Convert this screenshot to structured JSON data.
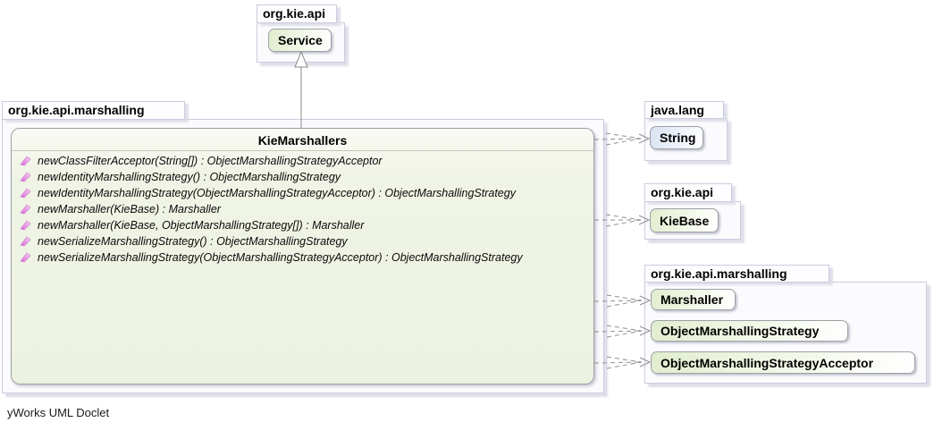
{
  "footer": {
    "label": "yWorks UML Doclet"
  },
  "colors": {
    "package_fill": "#fbfbfe",
    "package_border": "#c9ccdd",
    "package_shadow": "#dfdfeb",
    "class_green": "#e2edcf",
    "class_blue": "#dbe4f3",
    "big_node_fill": "#edf1e0",
    "node_border": "#9aa0a5",
    "edge_gray": "#8a8a8a",
    "method_icon_pink": "#e05fd8"
  },
  "diagram": {
    "packages": [
      {
        "label": "org.kie.api",
        "classes": [
          {
            "label": "Service"
          }
        ]
      },
      {
        "label": "org.kie.api.marshalling",
        "classes": [
          {
            "label": "KieMarshallers",
            "methods": [
              "newClassFilterAcceptor(String[]) : ObjectMarshallingStrategyAcceptor",
              "newIdentityMarshallingStrategy() : ObjectMarshallingStrategy",
              "newIdentityMarshallingStrategy(ObjectMarshallingStrategyAcceptor) : ObjectMarshallingStrategy",
              "newMarshaller(KieBase) : Marshaller",
              "newMarshaller(KieBase, ObjectMarshallingStrategy[]) : Marshaller",
              "newSerializeMarshallingStrategy() : ObjectMarshallingStrategy",
              "newSerializeMarshallingStrategy(ObjectMarshallingStrategyAcceptor) : ObjectMarshallingStrategy"
            ]
          }
        ]
      },
      {
        "label": "java.lang",
        "classes": [
          {
            "label": "String"
          }
        ]
      },
      {
        "label": "org.kie.api",
        "classes": [
          {
            "label": "KieBase"
          }
        ]
      },
      {
        "label": "org.kie.api.marshalling",
        "classes": [
          {
            "label": "Marshaller"
          },
          {
            "label": "ObjectMarshallingStrategy"
          },
          {
            "label": "ObjectMarshallingStrategyAcceptor"
          }
        ]
      }
    ],
    "relationships": [
      {
        "from": "KieMarshallers",
        "to": "Service",
        "type": "realization"
      },
      {
        "from": "KieMarshallers",
        "to": "String",
        "type": "dependency"
      },
      {
        "from": "KieMarshallers",
        "to": "KieBase",
        "type": "dependency"
      },
      {
        "from": "KieMarshallers",
        "to": "Marshaller",
        "type": "dependency"
      },
      {
        "from": "KieMarshallers",
        "to": "ObjectMarshallingStrategy",
        "type": "dependency"
      },
      {
        "from": "KieMarshallers",
        "to": "ObjectMarshallingStrategyAcceptor",
        "type": "dependency"
      }
    ]
  }
}
